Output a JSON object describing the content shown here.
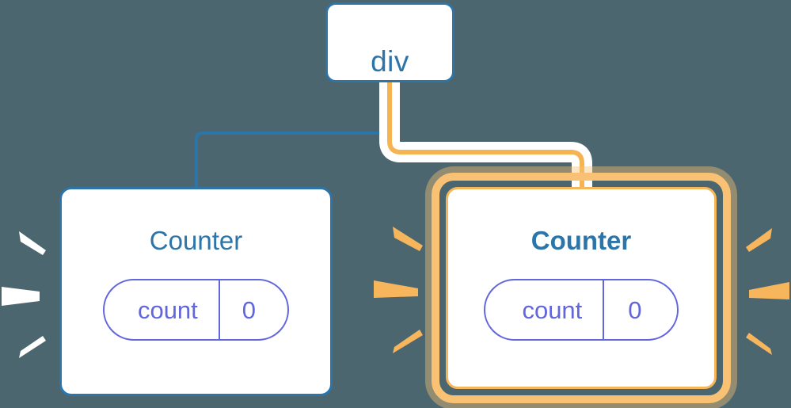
{
  "diagram": {
    "type": "component-tree",
    "background_color": "#4c6670",
    "accent_blue": "#2d74a8",
    "accent_orange": "#f5b352",
    "accent_purple": "#6266dd",
    "root": {
      "label": "div",
      "shape": "rounded-rect",
      "border_color": "#2d74a8"
    },
    "children": [
      {
        "label": "Counter",
        "highlighted": false,
        "border_color": "#2d74a8",
        "edge_color": "#2d74a8",
        "sparkle_color": "#ffffff",
        "state": {
          "key": "count",
          "value": "0"
        }
      },
      {
        "label": "Counter",
        "highlighted": true,
        "border_color": "#f5b352",
        "edge_color": "#f5b352",
        "sparkle_color": "#f7b55c",
        "state": {
          "key": "count",
          "value": "0"
        }
      }
    ],
    "sparkle_groups": [
      {
        "name": "left-counter-left-rays",
        "color": "#ffffff"
      },
      {
        "name": "right-counter-left-rays",
        "color": "#f7b55c"
      },
      {
        "name": "right-counter-right-rays",
        "color": "#f7b55c"
      }
    ]
  }
}
